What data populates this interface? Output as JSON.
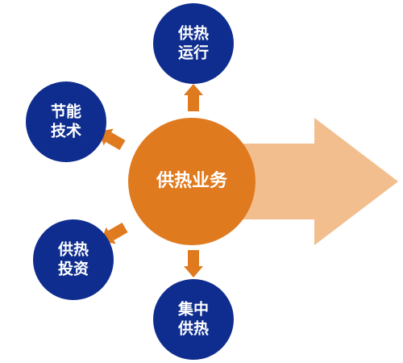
{
  "colors": {
    "center": "#E07A1F",
    "satellite": "#0E2D8F",
    "arrow_small": "#E07A1F",
    "arrow_big": "#F2BE8E",
    "text": "#FFFFFF"
  },
  "center": {
    "label": "供热业务"
  },
  "satellites": {
    "top": {
      "line1": "供热",
      "line2": "运行"
    },
    "left": {
      "line1": "节能",
      "line2": "技术"
    },
    "lower": {
      "line1": "供热",
      "line2": "投资"
    },
    "bottom": {
      "line1": "集中",
      "line2": "供热"
    }
  }
}
